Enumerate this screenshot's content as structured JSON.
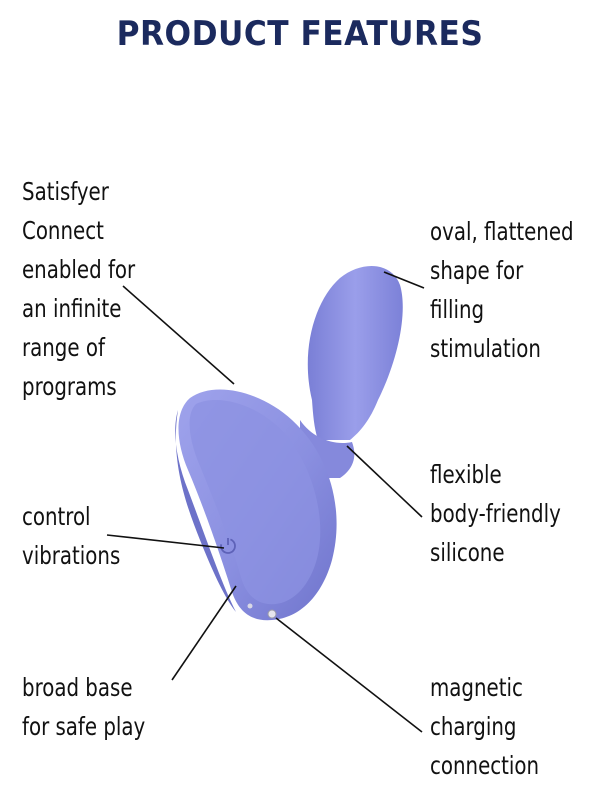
{
  "title": "PRODUCT FEATURES",
  "colors": {
    "title": "#1b2a5e",
    "product": "#8a8fe0",
    "product_shadow": "#6c70c8",
    "product_highlight": "#a5a9ee",
    "leader": "#111111"
  },
  "features": {
    "connect": [
      "Satisfyer",
      "Connect",
      "enabled for",
      "an infinite",
      "range of",
      "programs"
    ],
    "shape": [
      "oval, flattened",
      "shape for",
      "filling",
      "stimulation"
    ],
    "silicone": [
      "flexible",
      "body-friendly",
      "silicone"
    ],
    "vibration": [
      "control",
      "vibrations"
    ],
    "base": [
      "broad base",
      "for safe play"
    ],
    "charging": [
      "magnetic",
      "charging",
      "connection"
    ]
  },
  "icons": {
    "power_button": "power-icon",
    "charging_port": "magnetic-charging-port-icon"
  }
}
